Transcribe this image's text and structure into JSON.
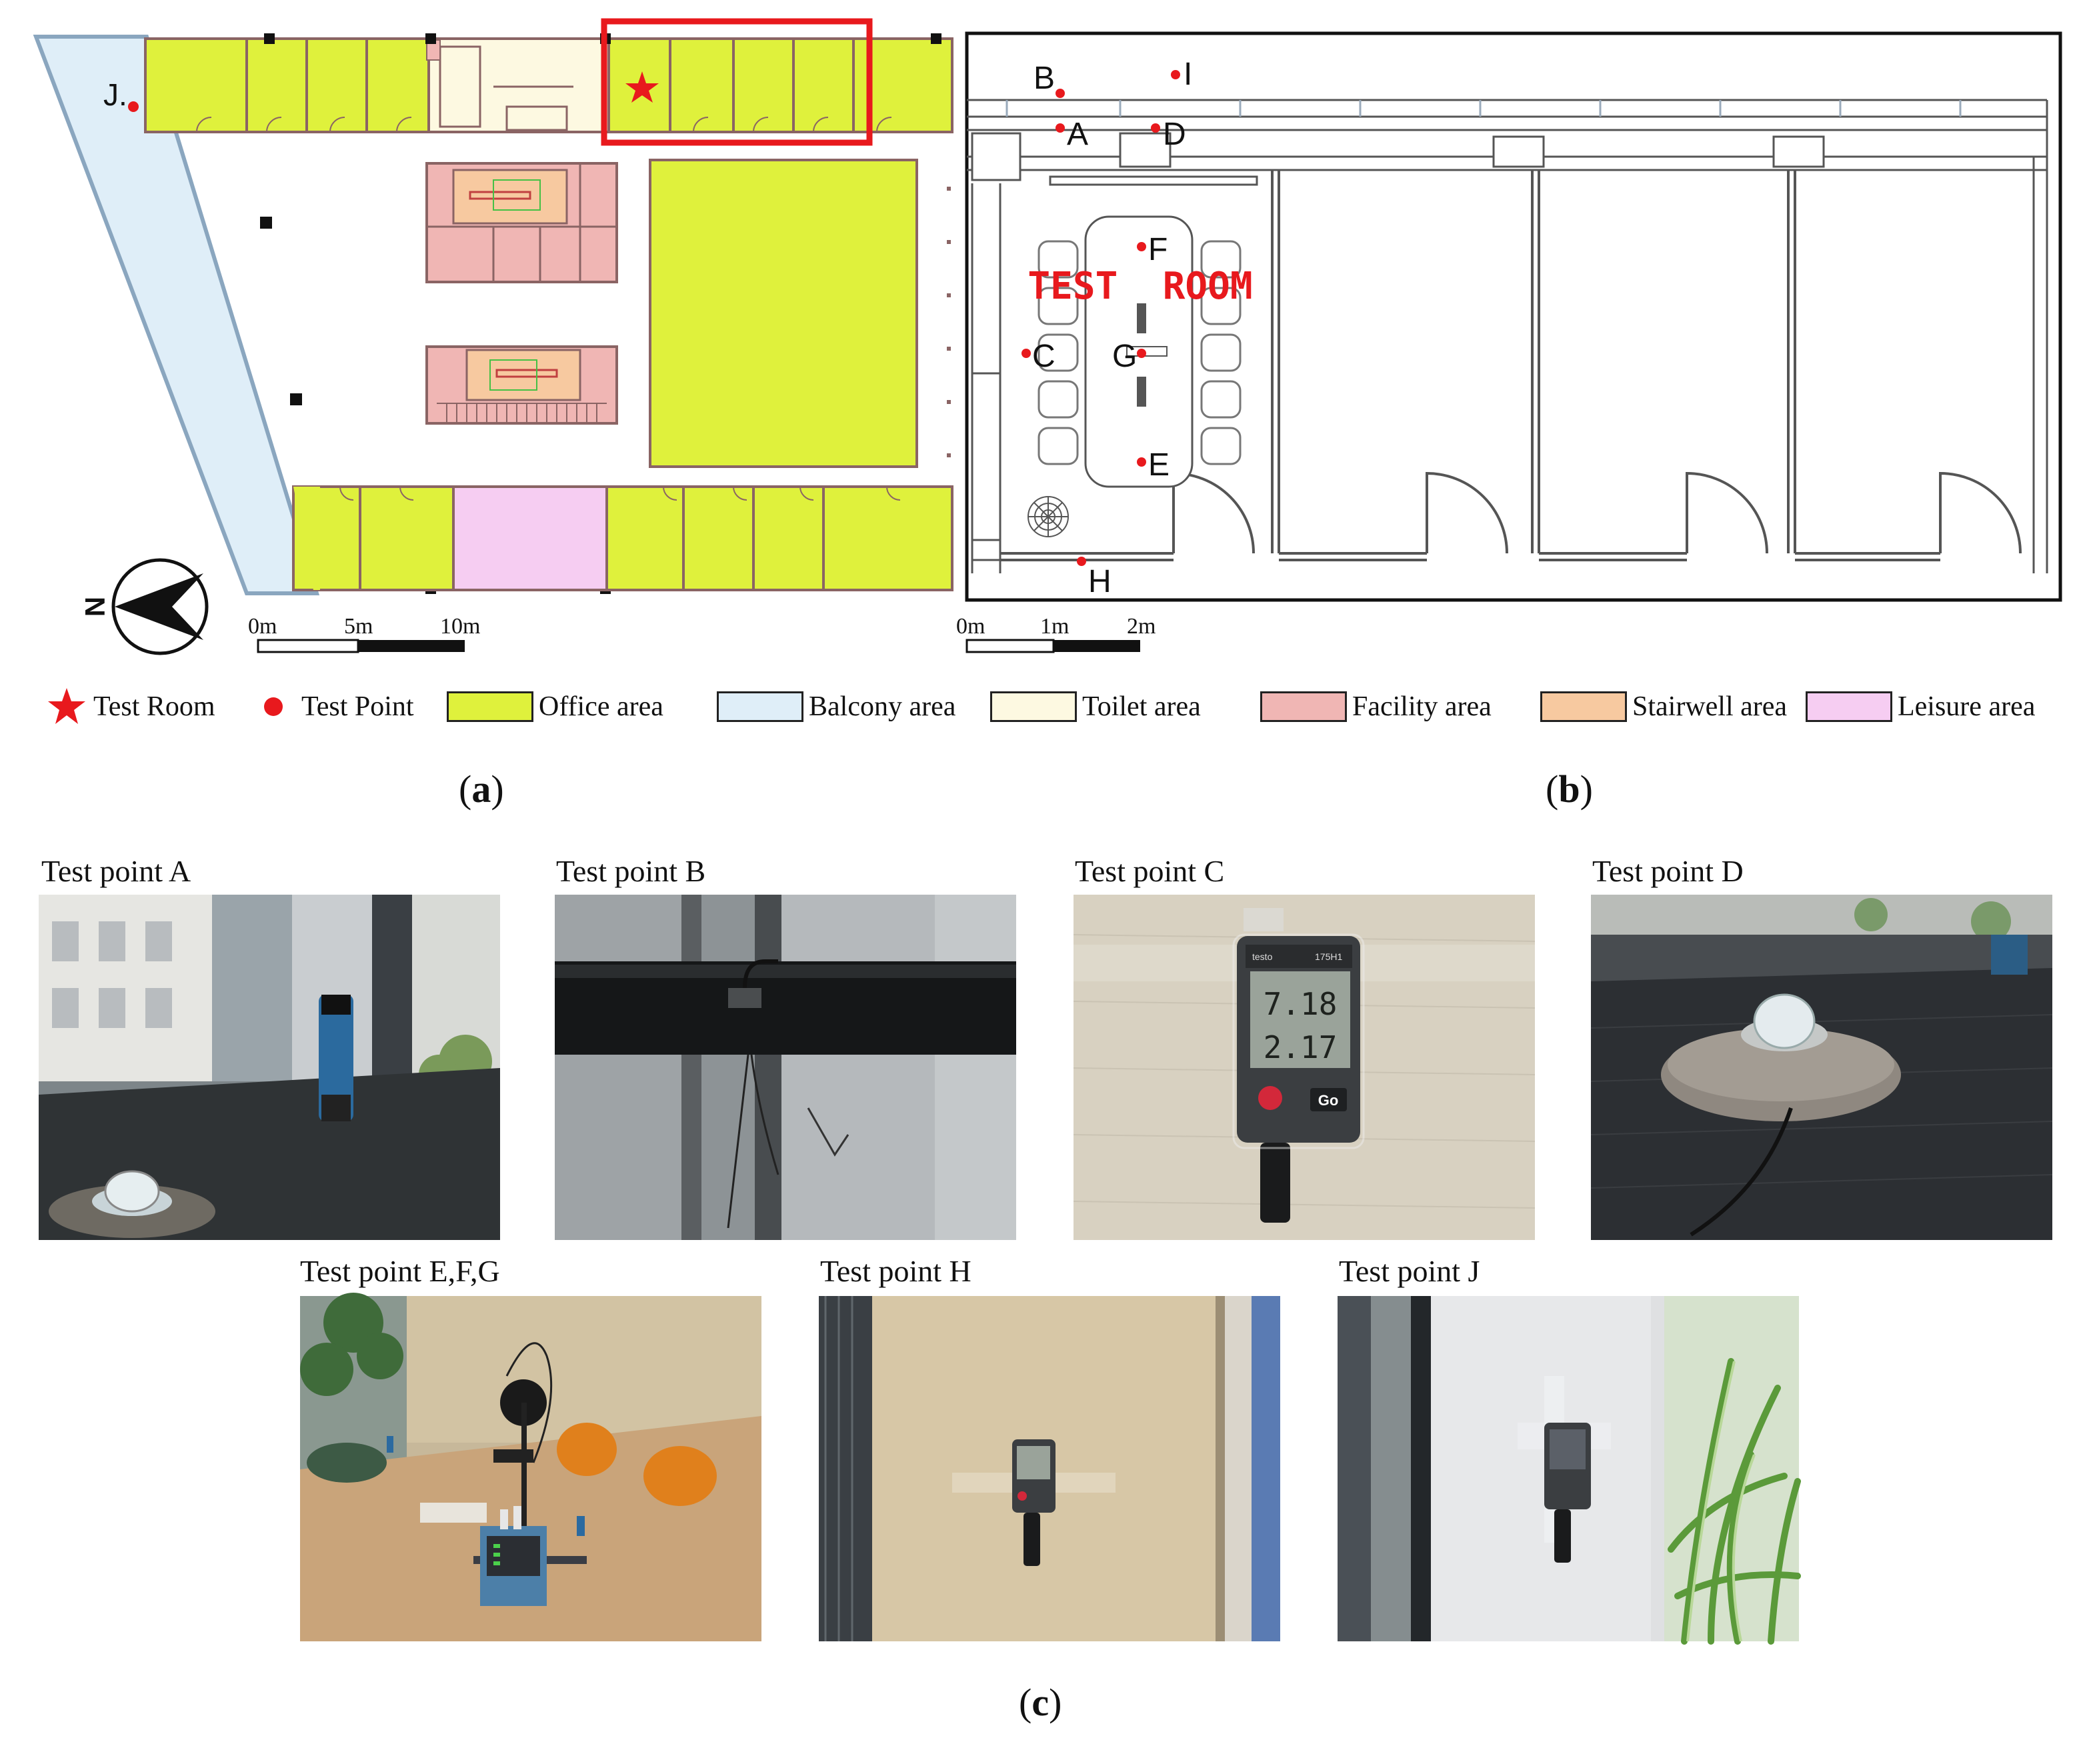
{
  "panel_a": {
    "label": "a",
    "point_label": "J.",
    "scale_labels": [
      "0m",
      "5m",
      "10m"
    ],
    "north_label": "N"
  },
  "panel_b": {
    "label": "b",
    "room_label": "TEST  ROOM",
    "points": [
      "A",
      "B",
      "C",
      "D",
      "E",
      "F",
      "G",
      "H",
      "I"
    ],
    "scale_labels": [
      "0m",
      "1m",
      "2m"
    ]
  },
  "legend": {
    "items": [
      {
        "label": "Test Room",
        "marker": "star",
        "color": "#e8191d"
      },
      {
        "label": "Test Point",
        "marker": "dot",
        "color": "#e8191d"
      },
      {
        "label": "Office area",
        "marker": "swatch",
        "color": "#dff13c"
      },
      {
        "label": "Balcony area",
        "marker": "swatch",
        "color": "#dfeef8"
      },
      {
        "label": "Toilet area",
        "marker": "swatch",
        "color": "#fdf9e1"
      },
      {
        "label": "Facility area",
        "marker": "swatch",
        "color": "#f0b6b4"
      },
      {
        "label": "Stairwell area",
        "marker": "swatch",
        "color": "#f7c9a0"
      },
      {
        "label": "Leisure area",
        "marker": "swatch",
        "color": "#f6cdf2"
      }
    ]
  },
  "panel_c": {
    "label": "c",
    "photos": [
      {
        "title": "Test point A"
      },
      {
        "title": "Test point B"
      },
      {
        "title": "Test point C"
      },
      {
        "title": "Test point D"
      },
      {
        "title": "Test point E,F,G"
      },
      {
        "title": "Test point H"
      },
      {
        "title": "Test point J"
      }
    ],
    "logger_readings": [
      "7.18",
      "2.17"
    ],
    "logger_brand": "testo",
    "logger_model": "175H1",
    "logger_button": "Go"
  }
}
